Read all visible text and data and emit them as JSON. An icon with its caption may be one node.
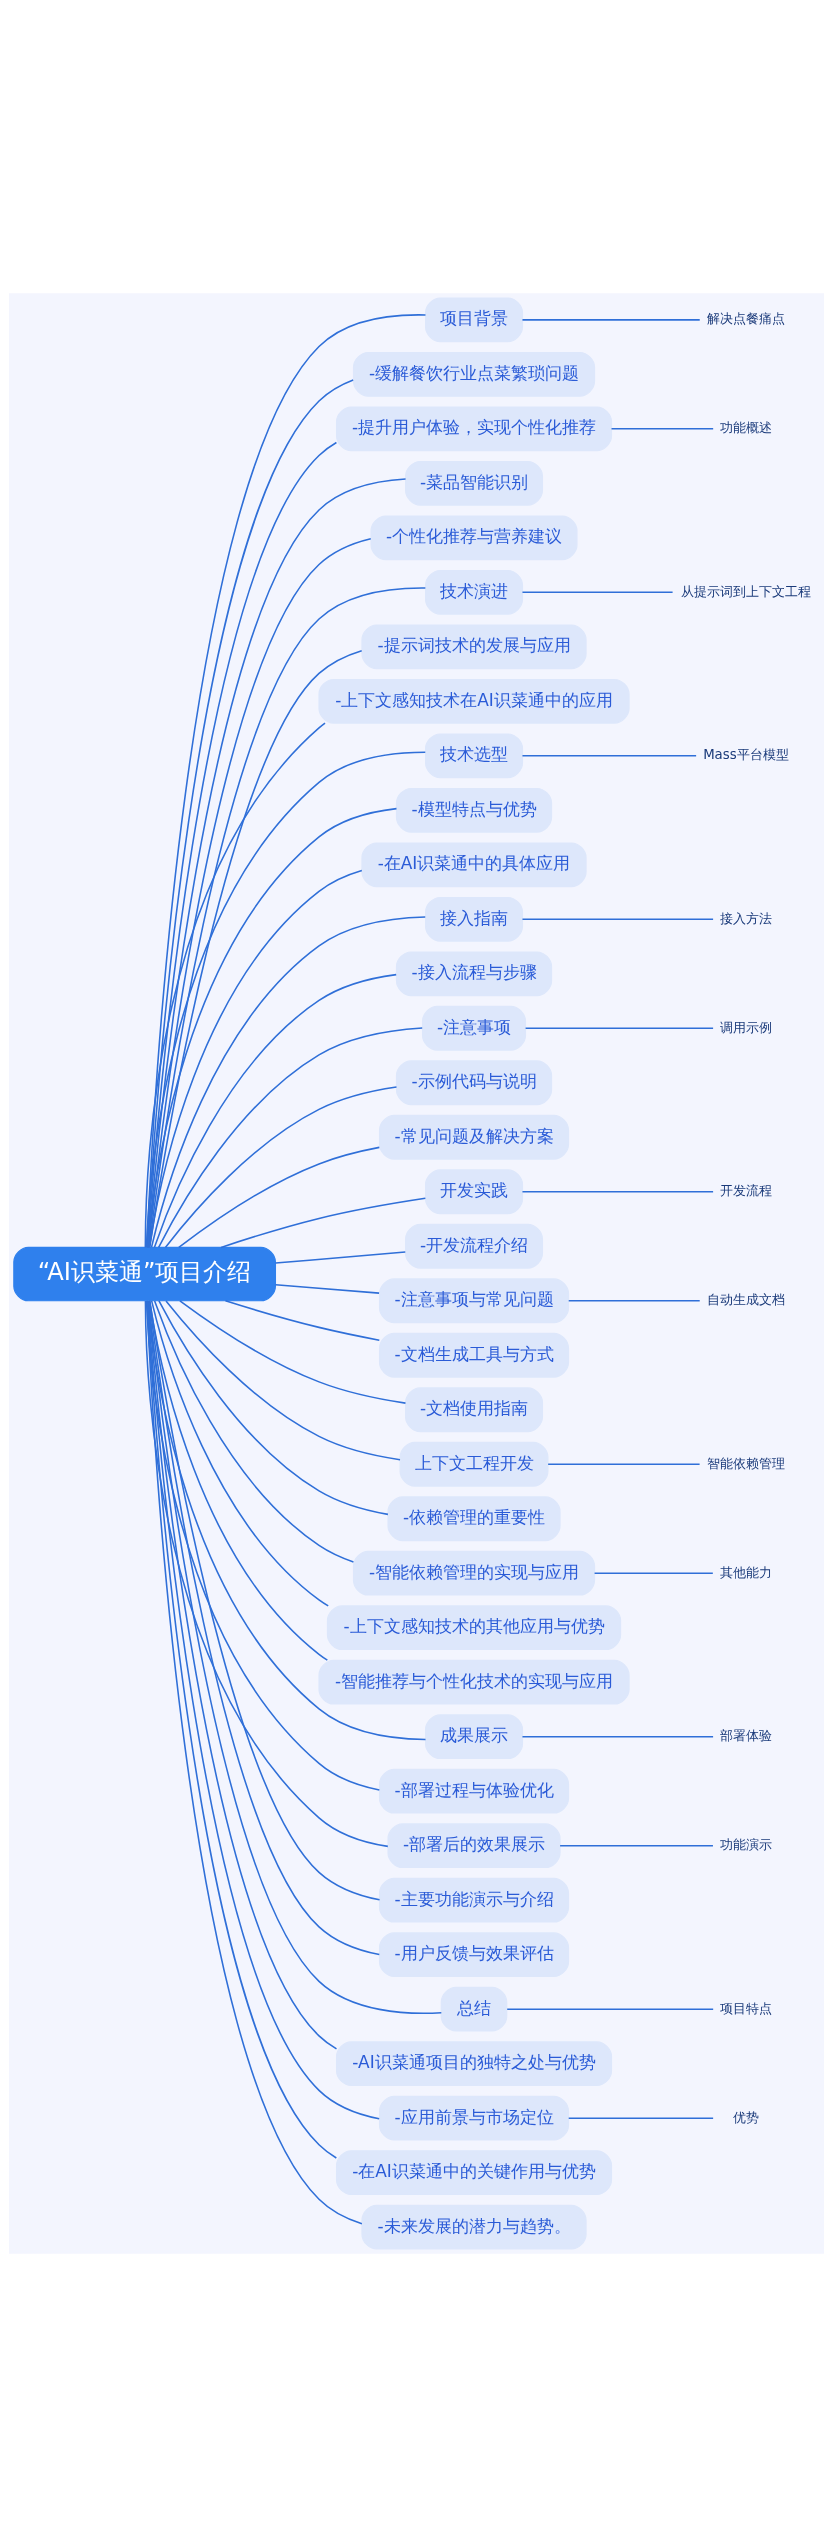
{
  "diagram": {
    "nodes": [
      {
        "text": [
          "“AI识菜通”项目介绍"
        ]
      },
      {
        "text": [
          "项目背景"
        ]
      },
      {
        "text": [
          "解决点餐痛点"
        ]
      },
      {
        "text": [
          "-缓解餐饮行业点菜繁琐问题"
        ]
      },
      {
        "text": [
          "-提升用户体验，实现个性化推荐"
        ]
      },
      {
        "text": [
          "功能概述"
        ]
      },
      {
        "text": [
          "-菜品智能识别"
        ]
      },
      {
        "text": [
          "-个性化推荐与营养建议"
        ]
      },
      {
        "text": [
          "技术演进"
        ]
      },
      {
        "text": [
          "从提示词到上下文工程"
        ]
      },
      {
        "text": [
          "-提示词技术的发展与应用"
        ]
      },
      {
        "text": [
          "-上下文感知技术在AI识菜通中的应用"
        ]
      },
      {
        "text": [
          "技术选型"
        ]
      },
      {
        "text": [
          "Mass平台模型"
        ]
      },
      {
        "text": [
          "-模型特点与优势"
        ]
      },
      {
        "text": [
          "-在AI识菜通中的具体应用"
        ]
      },
      {
        "text": [
          "接入指南"
        ]
      },
      {
        "text": [
          "接入方法"
        ]
      },
      {
        "text": [
          "-接入流程与步骤"
        ]
      },
      {
        "text": [
          "-注意事项"
        ]
      },
      {
        "text": [
          "调用示例"
        ]
      },
      {
        "text": [
          "-示例代码与说明"
        ]
      },
      {
        "text": [
          "-常见问题及解决方案"
        ]
      },
      {
        "text": [
          "开发实践"
        ]
      },
      {
        "text": [
          "开发流程"
        ]
      },
      {
        "text": [
          "-开发流程介绍"
        ]
      },
      {
        "text": [
          "-注意事项与常见问题"
        ]
      },
      {
        "text": [
          "自动生成文档"
        ]
      },
      {
        "text": [
          "-文档生成工具与方式"
        ]
      },
      {
        "text": [
          "-文档使用指南"
        ]
      },
      {
        "text": [
          "上下文工程开发"
        ]
      },
      {
        "text": [
          "智能依赖管理"
        ]
      },
      {
        "text": [
          "-依赖管理的重要性"
        ]
      },
      {
        "text": [
          "-智能依赖管理的实现与应用"
        ]
      },
      {
        "text": [
          "其他能力"
        ]
      },
      {
        "text": [
          "-上下文感知技术的其他应用与优势"
        ]
      },
      {
        "text": [
          "-智能推荐与个性化技术的实现与应用"
        ]
      },
      {
        "text": [
          "成果展示"
        ]
      },
      {
        "text": [
          "部署体验"
        ]
      },
      {
        "text": [
          "-部署过程与体验优化"
        ]
      },
      {
        "text": [
          "-部署后的效果展示"
        ]
      },
      {
        "text": [
          "功能演示"
        ]
      },
      {
        "text": [
          "-主要功能演示与介绍"
        ]
      },
      {
        "text": [
          "-用户反馈与效果评估"
        ]
      },
      {
        "text": [
          "总结"
        ]
      },
      {
        "text": [
          "项目特点"
        ]
      },
      {
        "text": [
          "-AI识菜通项目的独特之处与优势"
        ]
      },
      {
        "text": [
          "-应用前景与市场定位"
        ]
      },
      {
        "text": [
          "优势"
        ]
      },
      {
        "text": [
          "-在AI识菜通中的关键作用与优势"
        ]
      },
      {
        "text": [
          "-未来发展的潜力与趋势。"
        ]
      }
    ],
    "edges": [
      {
        "from": 0,
        "to": 1,
        "arrow": "none"
      },
      {
        "from": 1,
        "to": 2,
        "arrow": "none"
      },
      {
        "from": 0,
        "to": 3,
        "arrow": "none"
      },
      {
        "from": 0,
        "to": 4,
        "arrow": "none"
      },
      {
        "from": 4,
        "to": 5,
        "arrow": "none"
      },
      {
        "from": 0,
        "to": 6,
        "arrow": "none"
      },
      {
        "from": 0,
        "to": 7,
        "arrow": "none"
      },
      {
        "from": 0,
        "to": 8,
        "arrow": "none"
      },
      {
        "from": 8,
        "to": 9,
        "arrow": "none"
      },
      {
        "from": 0,
        "to": 10,
        "arrow": "none"
      },
      {
        "from": 0,
        "to": 11,
        "arrow": "none"
      },
      {
        "from": 0,
        "to": 12,
        "arrow": "none"
      },
      {
        "from": 12,
        "to": 13,
        "arrow": "none"
      },
      {
        "from": 0,
        "to": 14,
        "arrow": "none"
      },
      {
        "from": 0,
        "to": 15,
        "arrow": "none"
      },
      {
        "from": 0,
        "to": 16,
        "arrow": "none"
      },
      {
        "from": 16,
        "to": 17,
        "arrow": "none"
      },
      {
        "from": 0,
        "to": 18,
        "arrow": "none"
      },
      {
        "from": 0,
        "to": 19,
        "arrow": "none"
      },
      {
        "from": 19,
        "to": 20,
        "arrow": "none"
      },
      {
        "from": 0,
        "to": 21,
        "arrow": "none"
      },
      {
        "from": 0,
        "to": 22,
        "arrow": "none"
      },
      {
        "from": 0,
        "to": 23,
        "arrow": "none"
      },
      {
        "from": 23,
        "to": 24,
        "arrow": "none"
      },
      {
        "from": 0,
        "to": 25,
        "arrow": "none"
      },
      {
        "from": 0,
        "to": 26,
        "arrow": "none"
      },
      {
        "from": 26,
        "to": 27,
        "arrow": "none"
      },
      {
        "from": 0,
        "to": 28,
        "arrow": "none"
      },
      {
        "from": 0,
        "to": 29,
        "arrow": "none"
      },
      {
        "from": 0,
        "to": 30,
        "arrow": "none"
      },
      {
        "from": 30,
        "to": 31,
        "arrow": "none"
      },
      {
        "from": 0,
        "to": 32,
        "arrow": "none"
      },
      {
        "from": 0,
        "to": 33,
        "arrow": "none"
      },
      {
        "from": 33,
        "to": 34,
        "arrow": "none"
      },
      {
        "from": 0,
        "to": 35,
        "arrow": "none"
      },
      {
        "from": 0,
        "to": 36,
        "arrow": "none"
      },
      {
        "from": 0,
        "to": 37,
        "arrow": "none"
      },
      {
        "from": 37,
        "to": 38,
        "arrow": "none"
      },
      {
        "from": 0,
        "to": 39,
        "arrow": "none"
      },
      {
        "from": 0,
        "to": 40,
        "arrow": "none"
      },
      {
        "from": 40,
        "to": 41,
        "arrow": "none"
      },
      {
        "from": 0,
        "to": 42,
        "arrow": "none"
      },
      {
        "from": 0,
        "to": 43,
        "arrow": "none"
      },
      {
        "from": 0,
        "to": 44,
        "arrow": "none"
      },
      {
        "from": 44,
        "to": 45,
        "arrow": "none"
      },
      {
        "from": 0,
        "to": 46,
        "arrow": "none"
      },
      {
        "from": 0,
        "to": 47,
        "arrow": "none"
      },
      {
        "from": 47,
        "to": 48,
        "arrow": "none"
      },
      {
        "from": 0,
        "to": 49,
        "arrow": "none"
      },
      {
        "from": 0,
        "to": 50,
        "arrow": "none"
      }
    ]
  }
}
